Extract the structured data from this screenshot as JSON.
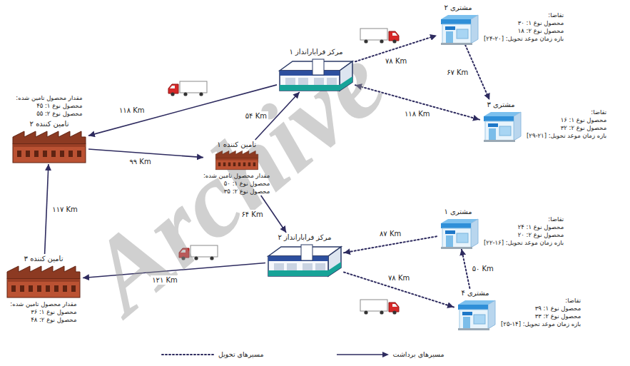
{
  "diagram": {
    "nodes": [
      {
        "text": [
          "مشتری ۲",
          "تقاضا:",
          "محصول نوع ۱: ۳۰",
          "محصول نوع ۲: ۱۸",
          "بازه زمان موعد تحویل: [۲۰-۲۴]"
        ]
      },
      {
        "text": [
          "مرکز فرابارانداز ۱"
        ]
      },
      {
        "text": [
          "مشتری ۳",
          "تقاضا:",
          "محصول نوع ۱: ۱۶",
          "محصول نوع ۲: ۳۲",
          "بازه زمان موعد تحویل: [۲۱-۲۹]"
        ]
      },
      {
        "text": [
          "تامین کننده ۲",
          "مقدار محصول تامین شده:",
          "محصول نوع ۱: ۴۵",
          "محصول نوع ۲: ۵۵"
        ]
      },
      {
        "text": [
          "تامین کننده ۱",
          "مقدار محصول تامین شده:",
          "محصول نوع ۱: ۵۰",
          "محصول نوع ۲: ۳۵"
        ]
      },
      {
        "text": [
          "مشتری ۱",
          "تقاضا:",
          "محصول نوع ۱: ۲۴",
          "محصول نوع ۲: ۲۰",
          "بازه زمان موعد تحویل: [۱۶-۲۲]"
        ]
      },
      {
        "text": [
          "مرکز فرابارانداز ۲"
        ]
      },
      {
        "text": [
          "مشتری ۴",
          "تقاضا:",
          "محصول نوع ۱: ۳۹",
          "محصول نوع ۲: ۳۳",
          "بازه زمان موعد تحویل: [۱۴-۲۵]"
        ]
      },
      {
        "text": [
          "تامین کننده ۳",
          "مقدار محصول تامین شده:",
          "محصول نوع ۱: ۳۶",
          "محصول نوع ۲: ۴۸"
        ]
      }
    ],
    "edges": [
      {
        "from": 1,
        "to": 3,
        "arrow": "to",
        "label": "۱۱۸ Km"
      },
      {
        "from": 3,
        "to": 4,
        "arrow": "to",
        "label": "۹۹ Km"
      },
      {
        "from": 4,
        "to": 1,
        "arrow": "to",
        "label": "۵۴ Km"
      },
      {
        "from": 4,
        "to": 6,
        "arrow": "to",
        "label": "۶۴ Km"
      },
      {
        "from": 6,
        "to": 8,
        "arrow": "to",
        "label": "۱۲۱ Km"
      },
      {
        "from": 8,
        "to": 3,
        "arrow": "to",
        "label": "۱۱۷ Km"
      },
      {
        "from": 1,
        "to": 0,
        "arrow": "to",
        "label": "۷۸ Km"
      },
      {
        "from": 0,
        "to": 2,
        "arrow": "to",
        "label": "۶۷ Km"
      },
      {
        "from": 2,
        "to": 1,
        "arrow": "both",
        "label": "۱۱۸ Km"
      },
      {
        "from": 5,
        "to": 6,
        "arrow": "to",
        "label": "۸۷ Km"
      },
      {
        "from": 7,
        "to": 5,
        "arrow": "to",
        "label": "۵۰ Km"
      },
      {
        "from": 6,
        "to": 7,
        "arrow": "to",
        "label": "۷۸ Km"
      }
    ],
    "labels": [
      "Archive"
    ],
    "legend": [
      {
        "text": "مسیرهای تحویل"
      },
      {
        "text": "مسیرهای برداشت"
      }
    ]
  }
}
